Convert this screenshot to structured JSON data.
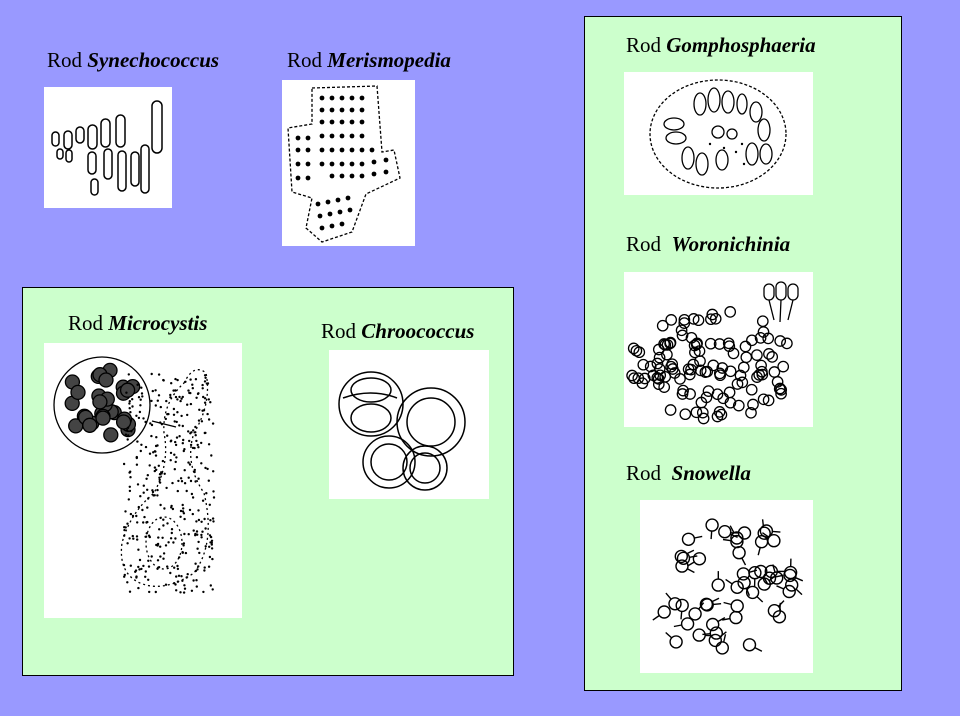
{
  "slide": {
    "background_color": "#9999ff",
    "panel_color": "#ccffcc"
  },
  "genera": {
    "synechococcus": {
      "prefix": "Rod",
      "name": "Synechococcus"
    },
    "merismopedia": {
      "prefix": "Rod",
      "name": "Merismopedia"
    },
    "gomphosphaeria": {
      "prefix": "Rod",
      "name": "Gomphosphaeria"
    },
    "woronichinia": {
      "prefix": "Rod",
      "name": "Woronichinia"
    },
    "microcystis": {
      "prefix": "Rod",
      "name": "Microcystis"
    },
    "chroococcus": {
      "prefix": "Rod",
      "name": "Chroococcus"
    },
    "snowella": {
      "prefix": "Rod",
      "name": "Snowella"
    }
  }
}
